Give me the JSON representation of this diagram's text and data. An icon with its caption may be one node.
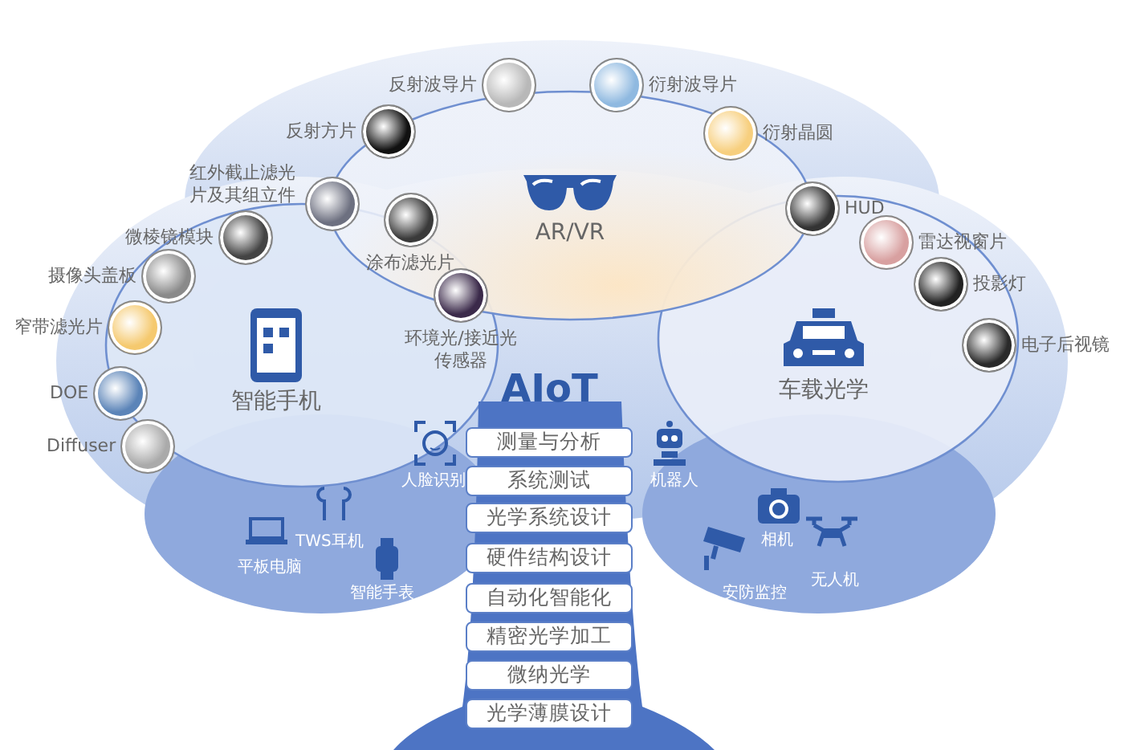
{
  "diagram": {
    "nodes": [
      {
        "text": [
          "AR/VR"
        ]
      },
      {
        "text": [
          "反射波导片"
        ]
      },
      {
        "text": [
          "衍射波导片"
        ]
      },
      {
        "text": [
          "反射方片"
        ]
      },
      {
        "text": [
          "衍射晶圆"
        ]
      },
      {
        "text": [
          "红外截止滤光片及其组立件"
        ]
      },
      {
        "text": [
          "涂布滤光片"
        ]
      },
      {
        "text": [
          "环境光/接近光传感器"
        ]
      },
      {
        "text": [
          "智能手机"
        ]
      },
      {
        "text": [
          "微棱镜模块"
        ]
      },
      {
        "text": [
          "摄像头盖板"
        ]
      },
      {
        "text": [
          "窄带滤光片"
        ]
      },
      {
        "text": [
          "DOE"
        ]
      },
      {
        "text": [
          "Diffuser"
        ]
      },
      {
        "text": [
          "车载光学"
        ]
      },
      {
        "text": [
          "HUD"
        ]
      },
      {
        "text": [
          "雷达视窗片"
        ]
      },
      {
        "text": [
          "投影灯"
        ]
      },
      {
        "text": [
          "电子后视镜"
        ]
      },
      {
        "text": [
          "测量与分析"
        ]
      },
      {
        "text": [
          "系统测试"
        ]
      },
      {
        "text": [
          "光学系统设计"
        ]
      },
      {
        "text": [
          "硬件结构设计"
        ]
      },
      {
        "text": [
          "自动化智能化"
        ]
      },
      {
        "text": [
          "精密光学加工"
        ]
      },
      {
        "text": [
          "微纳光学"
        ]
      },
      {
        "text": [
          "光学薄膜设计"
        ]
      }
    ],
    "labels": [
      "AIoT",
      "人脸识别",
      "机器人",
      "TWS耳机",
      "平板电脑",
      "智能手表",
      "相机",
      "无人机",
      "安防监控"
    ]
  }
}
